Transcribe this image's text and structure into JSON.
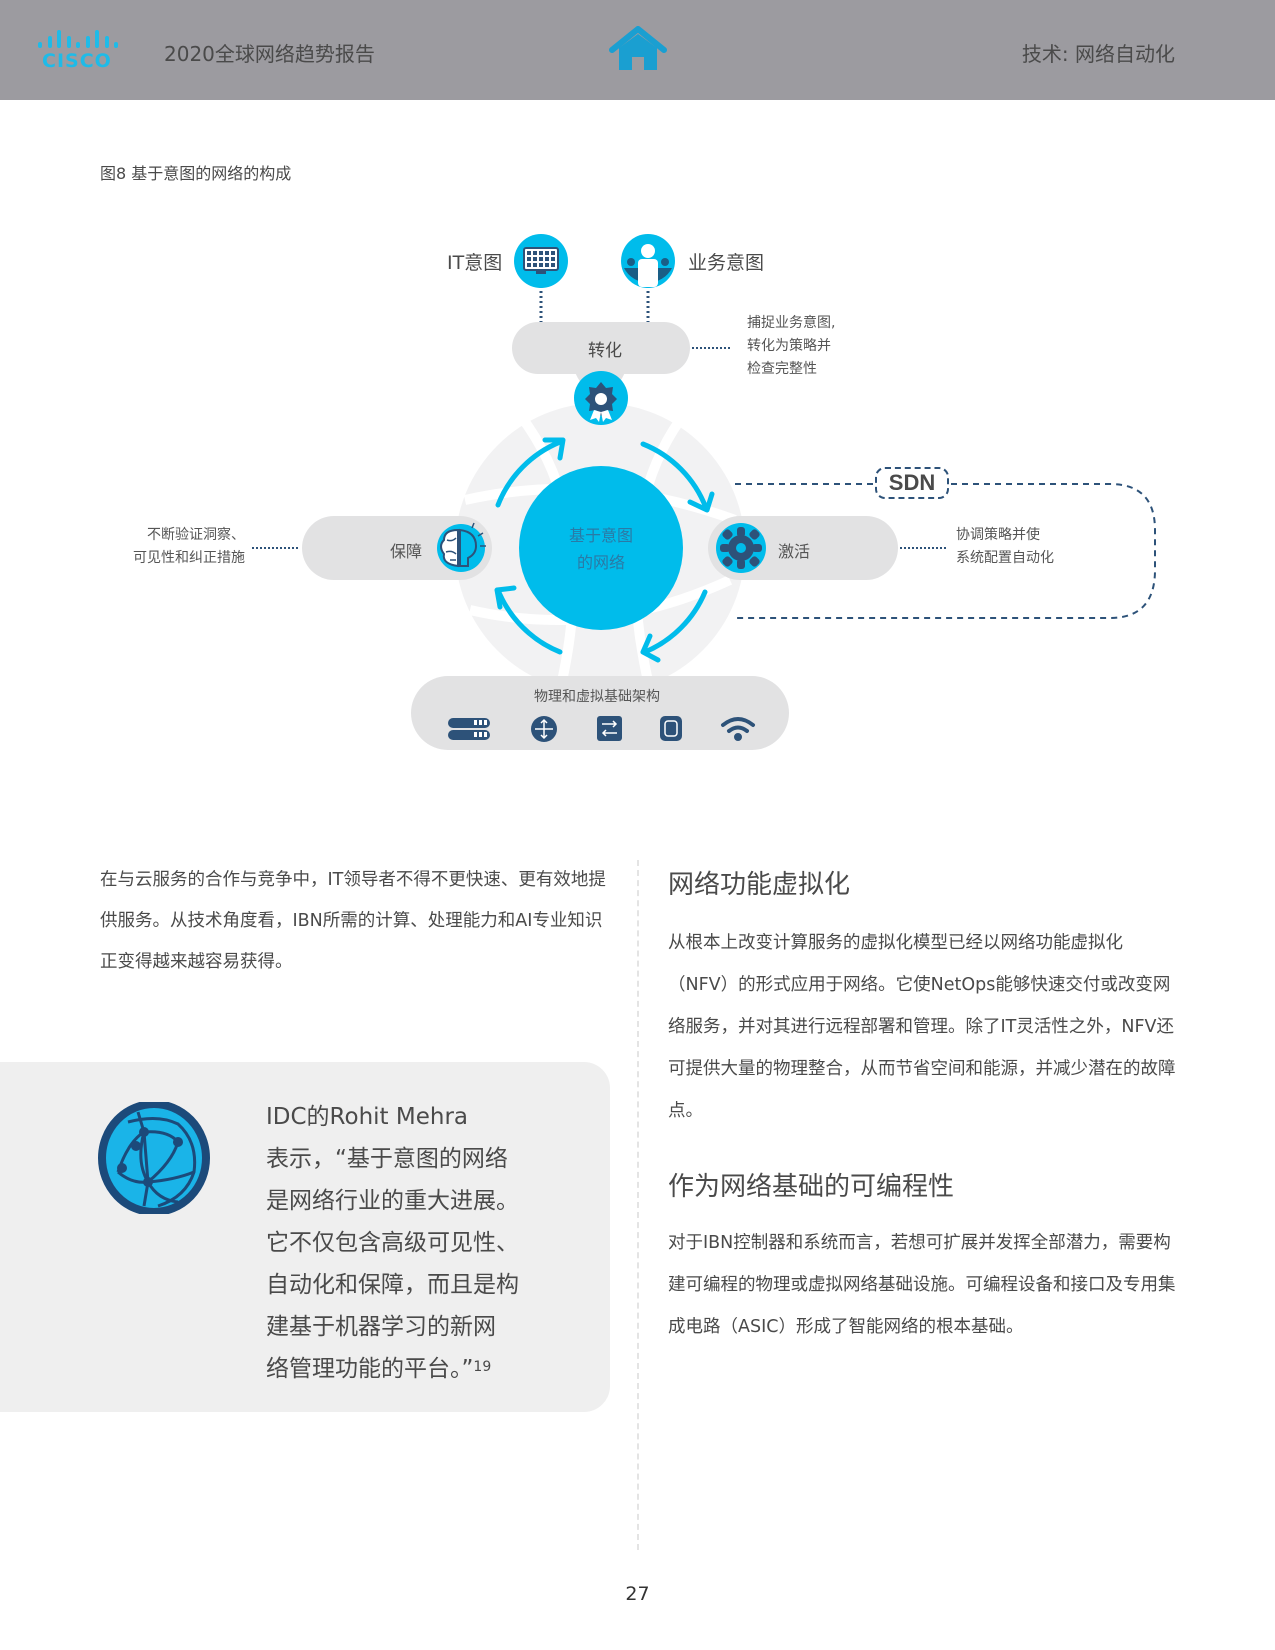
{
  "header": {
    "logo_text": "CISCO",
    "doc_title": "2020全球网络趋势报告",
    "home_icon": "home-icon",
    "section_title": "技术: 网络自动化"
  },
  "figure": {
    "caption": "图8   基于意图的网络的构成",
    "it_intent_label": "IT意图",
    "business_intent_label": "业务意图",
    "translate_label": "转化",
    "translate_note": [
      "捕捉业务意图,",
      "转化为策略并",
      "检查完整性"
    ],
    "assurance_label": "保障",
    "assurance_note": [
      "不断验证洞察、",
      "可见性和纠正措施"
    ],
    "activation_label": "激活",
    "activation_note": [
      "协调策略并使",
      "系统配置自动化"
    ],
    "center_label": [
      "基于意图",
      "的网络"
    ],
    "sdn_label": "SDN",
    "infrastructure_label": "物理和虚拟基础架构",
    "infrastructure_icons": [
      "server-icon",
      "router-icon",
      "switch-icon",
      "access-point-icon",
      "wifi-icon"
    ],
    "colors": {
      "cyan": "#00bceb",
      "navy": "#2d5279",
      "pill": "#e2e2e3"
    }
  },
  "left_column": {
    "paragraph": "在与云服务的合作与竞争中，IT领导者不得不更快速、更有效地提供服务。从技术角度看，IBN所需的计算、处理能力和AI专业知识正变得越来越容易获得。",
    "quote": {
      "lines": [
        "IDC的Rohit Mehra",
        "表示，“基于意图的网络",
        "是网络行业的重大进展。",
        "它不仅包含高级可见性、",
        "自动化和保障，而且是构",
        "建基于机器学习的新网",
        "络管理功能的平台。”"
      ],
      "footnote": "19"
    }
  },
  "right_column": {
    "sections": [
      {
        "heading": "网络功能虚拟化",
        "body": "从根本上改变计算服务的虚拟化模型已经以网络功能虚拟化（NFV）的形式应用于网络。它使NetOps能够快速交付或改变网络服务，并对其进行远程部署和管理。除了IT灵活性之外，NFV还可提供大量的物理整合，从而节省空间和能源，并减少潜在的故障点。"
      },
      {
        "heading": "作为网络基础的可编程性",
        "body": "对于IBN控制器和系统而言，若想可扩展并发挥全部潜力，需要构建可编程的物理或虚拟网络基础设施。可编程设备和接口及专用集成电路（ASIC）形成了智能网络的根本基础。"
      }
    ]
  },
  "footer": {
    "page_number": "27"
  }
}
